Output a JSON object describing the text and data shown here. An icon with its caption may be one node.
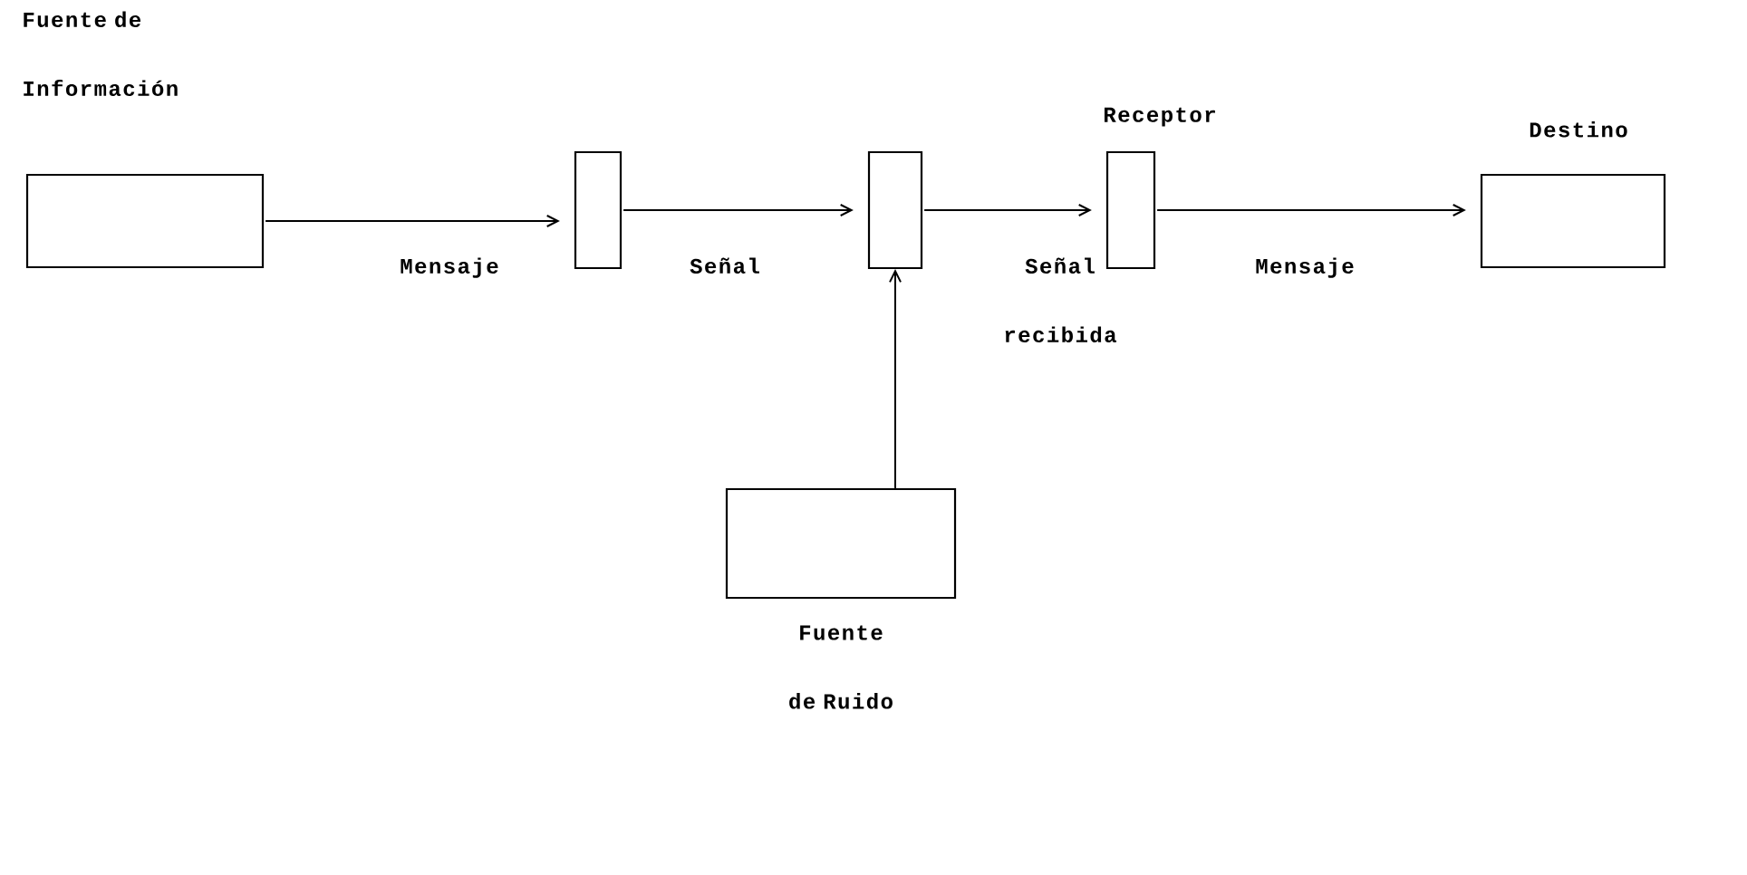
{
  "diagram": {
    "nodes": [
      {
        "text": [
          "Fuente de Información"
        ]
      },
      {
        "text": [],
        "shape": "box"
      },
      {
        "text": [],
        "shape": "box"
      },
      {
        "text": [
          "Receptor"
        ]
      },
      {
        "text": [
          "Destino"
        ]
      },
      {
        "text": [
          "Fuente de Ruido"
        ]
      }
    ],
    "edges": [
      {
        "from": 0,
        "to": 1,
        "arrow": "to",
        "label": "Mensaje"
      },
      {
        "from": 1,
        "to": 2,
        "arrow": "to",
        "label": "Señal"
      },
      {
        "from": 2,
        "to": 3,
        "arrow": "to",
        "label": "Señal recibida"
      },
      {
        "from": 3,
        "to": 4,
        "arrow": "to",
        "label": "Mensaje"
      },
      {
        "from": 5,
        "to": 2,
        "arrow": "to"
      }
    ]
  }
}
